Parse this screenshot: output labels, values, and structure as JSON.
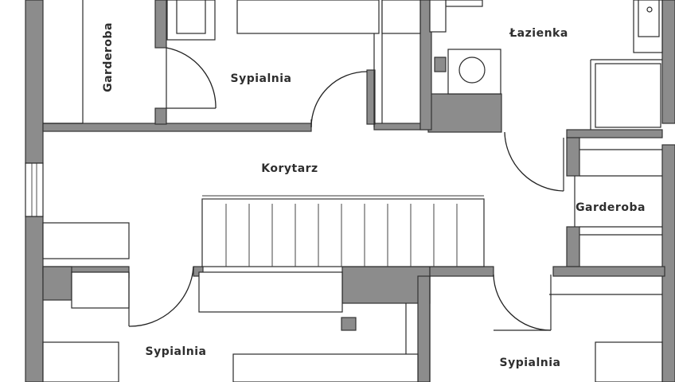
{
  "colors": {
    "wall": "#8c8c8c",
    "line": "#2a2a2a",
    "background": "#ffffff"
  },
  "rooms": {
    "garderoba_left": "Garderoba",
    "sypialnia_top": "Sypialnia",
    "lazienka": "Łazienka",
    "korytarz": "Korytarz",
    "garderoba_right": "Garderoba",
    "sypialnia_bottom_left": "Sypialnia",
    "sypialnia_bottom_right": "Sypialnia"
  }
}
